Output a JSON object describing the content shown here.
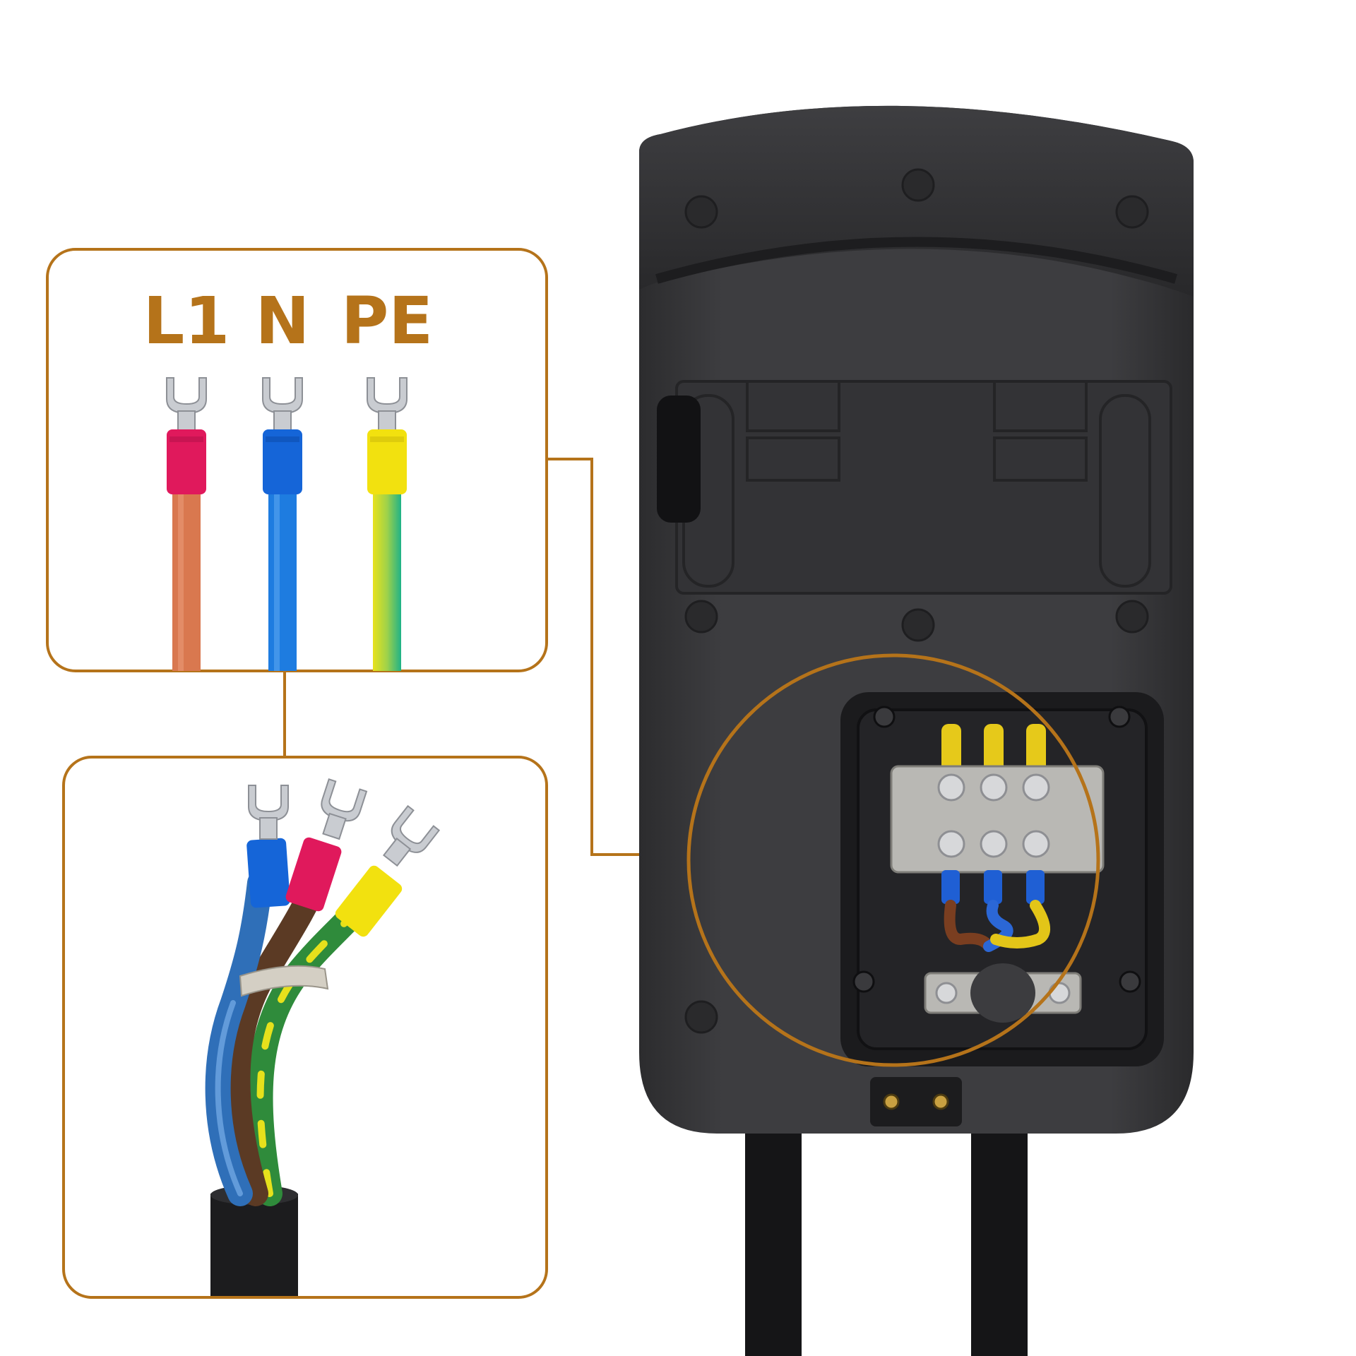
{
  "colors": {
    "accent": "#b5731a",
    "l1_sleeve": "#e0195c",
    "n_sleeve": "#1565d8",
    "pe_sleeve": "#f2e10f",
    "l1_wire": "#d9784f",
    "n_wire": "#1e7ce0",
    "pe_wire_yellow": "#e6e11c",
    "pe_wire_green": "#23b283",
    "charger_body": "#3a3a3c",
    "charger_shadow": "#232325"
  },
  "wire_labels": [
    {
      "key": "l1",
      "text": "L1",
      "color_name": "red"
    },
    {
      "key": "n",
      "text": "N",
      "color_name": "blue"
    },
    {
      "key": "pe",
      "text": "PE",
      "color_name": "yellow-green"
    }
  ],
  "icons": {
    "fork_terminal": "fork-terminal-icon",
    "screw": "screw-icon"
  }
}
